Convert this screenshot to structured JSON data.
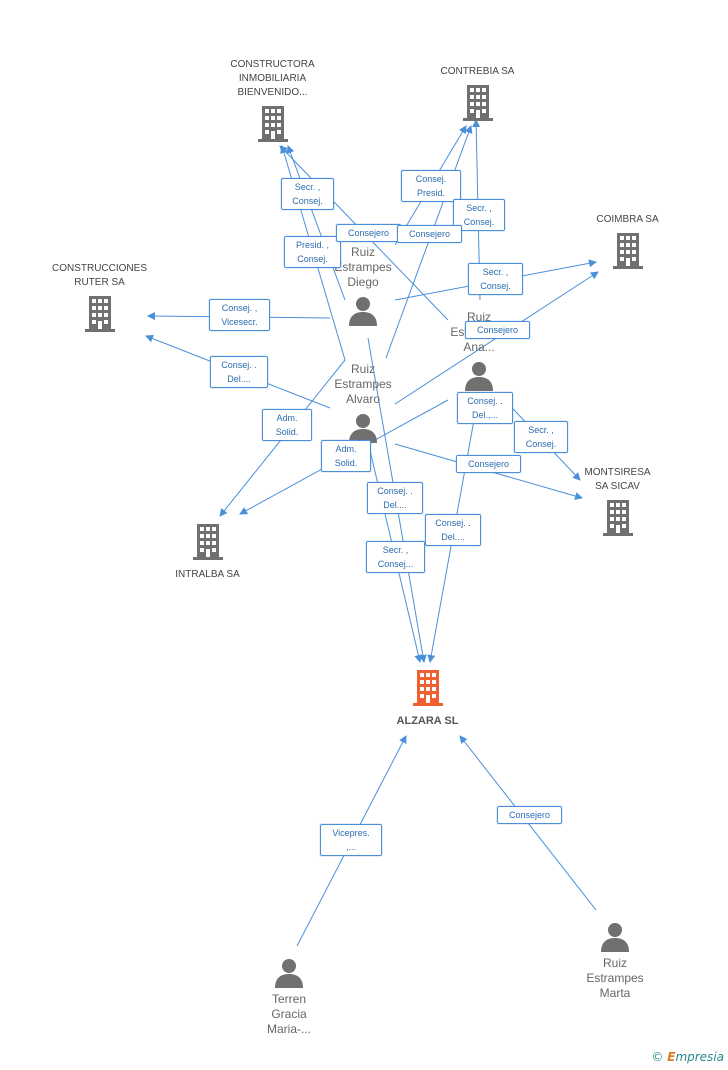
{
  "colors": {
    "edge": "#4a90d9",
    "company": "#707070",
    "focus": "#f06030",
    "person": "#707070"
  },
  "companies": [
    {
      "id": "constructora",
      "lines": [
        "CONSTRUCTORA",
        "INMOBILIARIA",
        "BIENVENIDO..."
      ]
    },
    {
      "id": "contrebia",
      "lines": [
        "CONTREBIA SA"
      ]
    },
    {
      "id": "coimbra",
      "lines": [
        "COIMBRA SA"
      ]
    },
    {
      "id": "ruter",
      "lines": [
        "CONSTRUCCIONES",
        "RUTER SA"
      ]
    },
    {
      "id": "montsiresa",
      "lines": [
        "MONTSIRESA",
        "SA SICAV"
      ]
    },
    {
      "id": "intralba",
      "lines": [
        "INTRALBA SA"
      ]
    },
    {
      "id": "alzara",
      "lines": [
        "ALZARA SL"
      ]
    }
  ],
  "persons": [
    {
      "id": "diego",
      "lines": [
        "Ruiz",
        "Estrampes",
        "Diego"
      ]
    },
    {
      "id": "ana",
      "lines": [
        "Ruiz",
        "Estrampes",
        "Ana..."
      ]
    },
    {
      "id": "alvaro",
      "lines": [
        "Ruiz",
        "Estrampes",
        "Alvaro"
      ]
    },
    {
      "id": "terren",
      "lines": [
        "Terren",
        "Gracia",
        "Maria-..."
      ]
    },
    {
      "id": "marta",
      "lines": [
        "Ruiz",
        "Estrampes",
        "Marta"
      ]
    }
  ],
  "edge_labels": [
    {
      "id": "l1",
      "lines": [
        "Secr. ,",
        "Consej."
      ]
    },
    {
      "id": "l2",
      "lines": [
        "Presid. ,",
        "Consej."
      ]
    },
    {
      "id": "l3",
      "lines": [
        "Consej.",
        "Presid."
      ]
    },
    {
      "id": "l4",
      "lines": [
        "Secr. ,",
        "Consej."
      ]
    },
    {
      "id": "l5",
      "lines": [
        "Consejero"
      ]
    },
    {
      "id": "l6",
      "lines": [
        "Consejero"
      ]
    },
    {
      "id": "l7",
      "lines": [
        "Secr. ,",
        "Consej."
      ]
    },
    {
      "id": "l8",
      "lines": [
        "Consejero"
      ]
    },
    {
      "id": "l9",
      "lines": [
        "Consej. ,",
        "Vicesecr."
      ]
    },
    {
      "id": "l10",
      "lines": [
        "Consej. .",
        "Del...."
      ]
    },
    {
      "id": "l11",
      "lines": [
        "Adm.",
        "Solid."
      ]
    },
    {
      "id": "l12",
      "lines": [
        "Adm.",
        "Solid."
      ]
    },
    {
      "id": "l13",
      "lines": [
        "Consej. .",
        "Del.,..."
      ]
    },
    {
      "id": "l14",
      "lines": [
        "Secr. ,",
        "Consej."
      ]
    },
    {
      "id": "l15",
      "lines": [
        "Consejero"
      ]
    },
    {
      "id": "l16",
      "lines": [
        "Consej. .",
        "Del...."
      ]
    },
    {
      "id": "l17",
      "lines": [
        "Consej. .",
        "Del...."
      ]
    },
    {
      "id": "l18",
      "lines": [
        "Secr. ,",
        "Consej..."
      ]
    },
    {
      "id": "l19",
      "lines": [
        "Vicepres.",
        ",..."
      ]
    },
    {
      "id": "l20",
      "lines": [
        "Consejero"
      ]
    }
  ],
  "watermark": {
    "symbol": "©",
    "brand_initial": "E",
    "brand_rest": "mpresia"
  }
}
